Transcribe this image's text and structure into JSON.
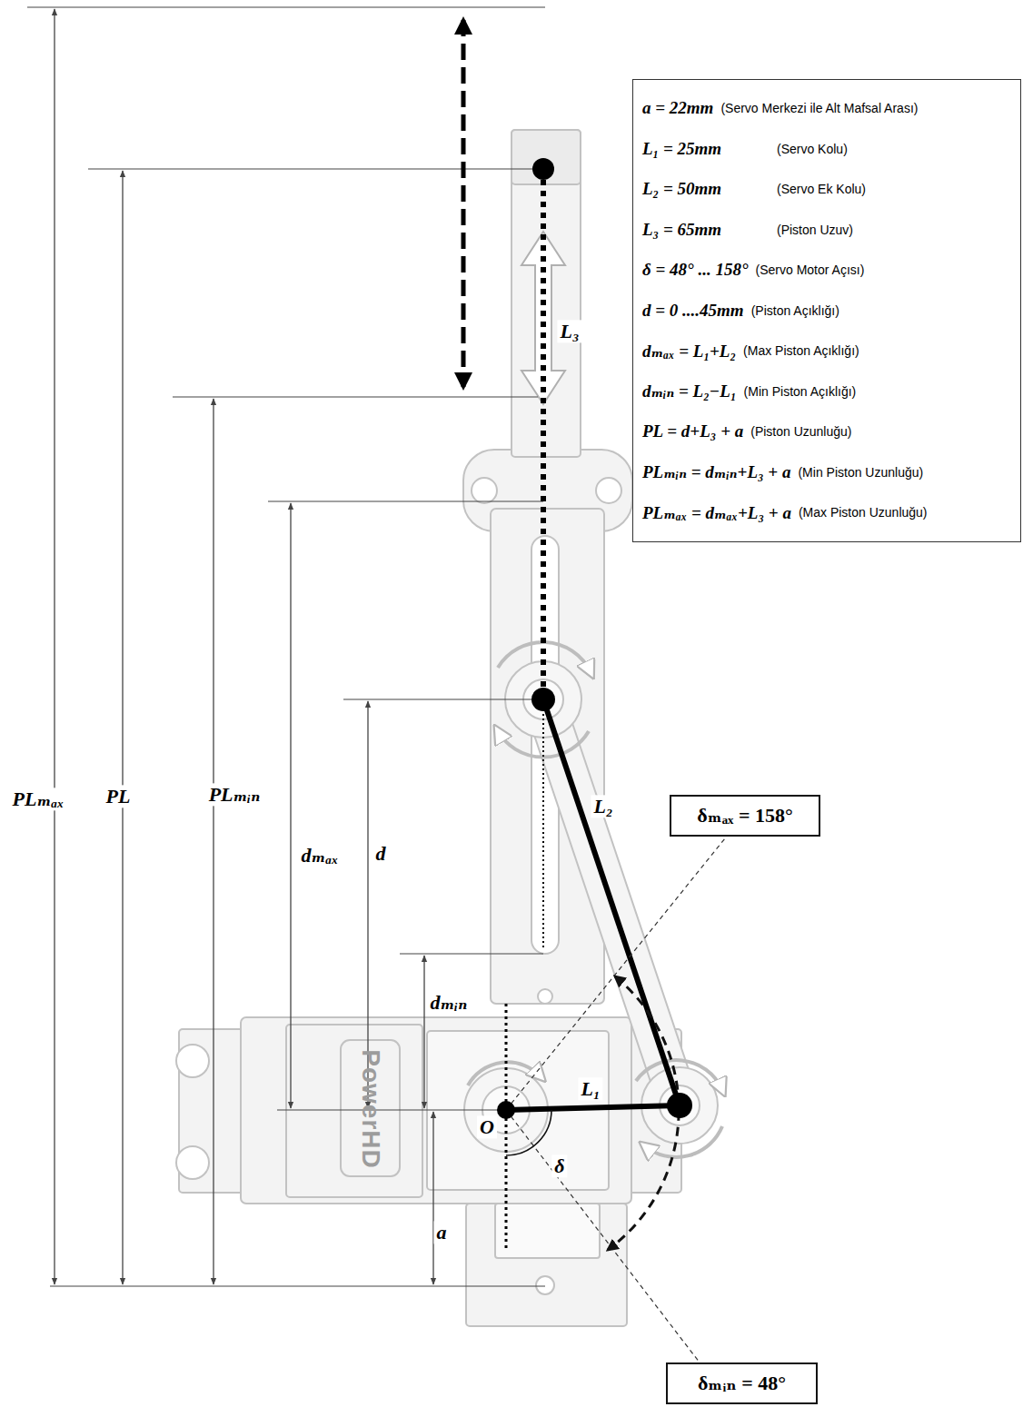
{
  "diagram": {
    "nodes": [
      {
        "text": [
          "a = 22mm",
          "(Servo Merkezi ile Alt Mafsal Arası)",
          "L₁ = 25mm",
          "(Servo Kolu)",
          "L₂ = 50mm",
          "(Servo Ek Kolu)",
          "L₃ = 65mm",
          "(Piston Uzuv)",
          "δ = 48° ... 158°",
          "(Servo Motor Açısı)",
          "d = 0 ....45mm",
          "(Piston Açıklığı)",
          "dₘₐₓ = L₁+L₂",
          "(Max Piston Açıklığı)",
          "dₘᵢₙ = L₂−L₁",
          "(Min Piston Açıklığı)",
          "PL = d+L₃ + a",
          "(Piston Uzunluğu)",
          "PLₘᵢₙ = dₘᵢₙ+L₃ + a",
          "(Min Piston Uzunluğu)",
          "PLₘₐₓ = dₘₐₓ+L₃ + a",
          "(Max Piston Uzunluğu)"
        ]
      },
      {
        "text": [
          "δₘₐₓ = 158°"
        ]
      },
      {
        "text": [
          "δₘᵢₙ = 48°"
        ]
      }
    ],
    "labels": [
      "PLₘₐₓ",
      "PL",
      "PLₘᵢₙ",
      "dₘₐₓ",
      "d",
      "dₘᵢₙ",
      "a",
      "L₃",
      "L₂",
      "L₁",
      "O",
      "δ",
      "PowerHD"
    ]
  }
}
